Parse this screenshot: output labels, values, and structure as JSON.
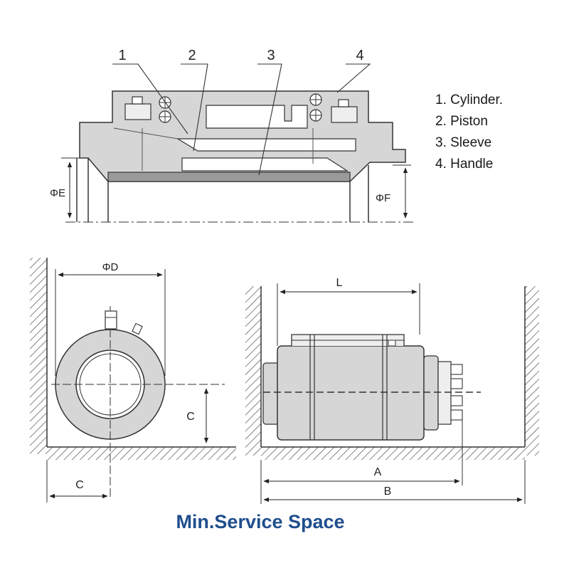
{
  "callouts": [
    "1",
    "2",
    "3",
    "4"
  ],
  "legend": [
    "1. Cylinder.",
    "2. Piston",
    "3. Sleeve",
    "4. Handle"
  ],
  "dims": {
    "phi_e": "ΦE",
    "phi_f": "ΦF",
    "phi_d": "ΦD",
    "c_vertical": "C",
    "c_horizontal": "C",
    "l": "L",
    "a": "A",
    "b": "B"
  },
  "caption": "Min.Service Space",
  "colors": {
    "caption": "#1f4e8c",
    "body_fill": "#d6d6d6",
    "line": "#333333"
  }
}
